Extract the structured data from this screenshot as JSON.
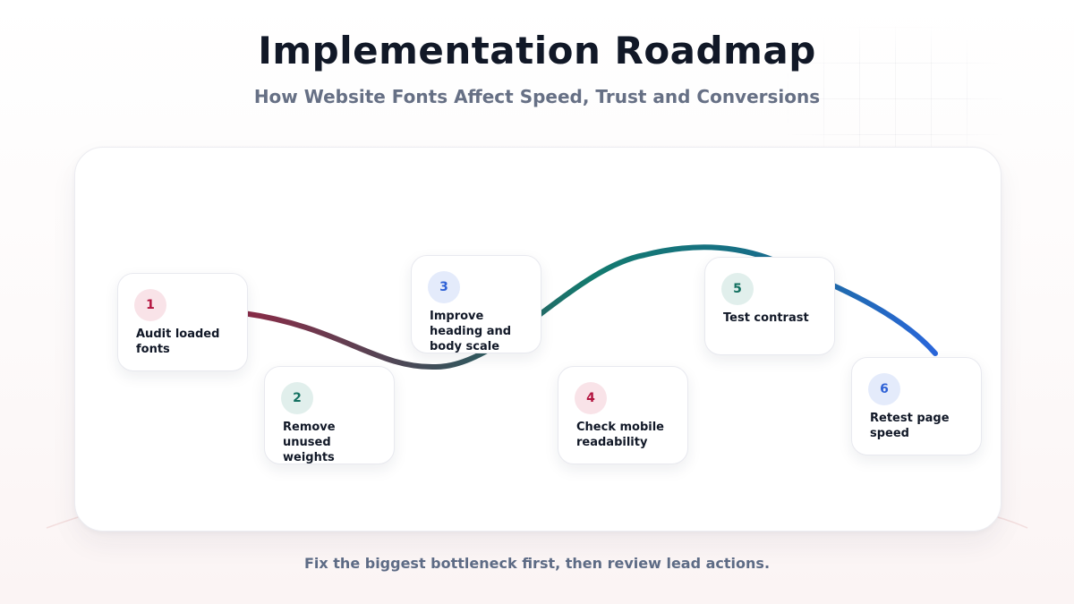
{
  "title": "Implementation Roadmap",
  "subtitle": "How Website Fonts Affect Speed, Trust and Conversions",
  "steps": [
    {
      "number": "1",
      "label": "Audit loaded fonts",
      "accent": "rose"
    },
    {
      "number": "2",
      "label": "Remove unused weights",
      "accent": "teal"
    },
    {
      "number": "3",
      "label": "Improve heading and body scale",
      "accent": "blue"
    },
    {
      "number": "4",
      "label": "Check mobile readability",
      "accent": "rose"
    },
    {
      "number": "5",
      "label": "Test contrast",
      "accent": "teal"
    },
    {
      "number": "6",
      "label": "Retest page speed",
      "accent": "blue"
    }
  ],
  "footer": "Fix the biggest bottleneck first, then review lead actions.",
  "colors": {
    "title": "#111827",
    "subtitle": "#667085",
    "rose": "#b3143f",
    "teal": "#137060",
    "blue": "#2f62d6",
    "path_start": "#8c2a46",
    "path_mid": "#137a6e",
    "path_end": "#2a66dc"
  }
}
